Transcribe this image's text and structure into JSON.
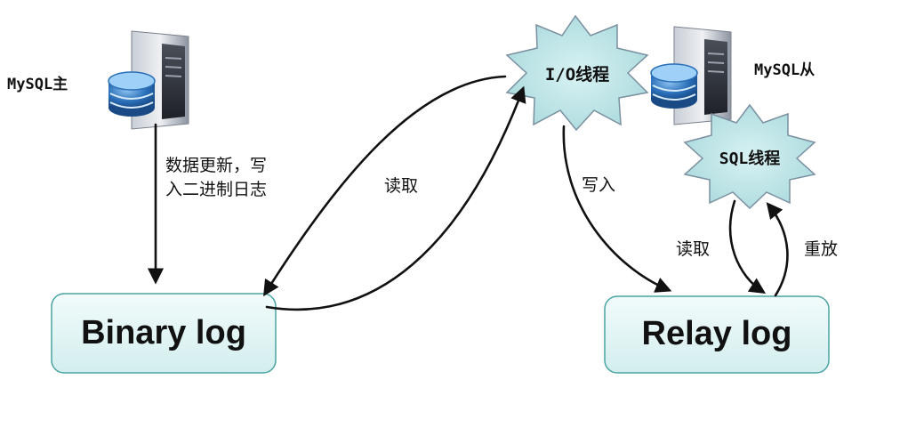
{
  "master": {
    "label": "MySQL主",
    "icon": "database-server-icon"
  },
  "slave": {
    "label": "MySQL从",
    "icon": "database-server-icon"
  },
  "io_thread": {
    "label": "I/O线程"
  },
  "sql_thread": {
    "label": "SQL线程"
  },
  "binary_log": {
    "label": "Binary log"
  },
  "relay_log": {
    "label": "Relay log"
  },
  "edges": {
    "master_to_binlog": {
      "line1": "数据更新，写",
      "line2": "入二进制日志"
    },
    "io_reads_binlog": {
      "label": "读取"
    },
    "io_writes_relay": {
      "label": "写入"
    },
    "sql_reads_relay": {
      "label": "读取"
    },
    "sql_replays": {
      "label": "重放"
    }
  },
  "colors": {
    "box_fill": "#e3f5f5",
    "box_stroke": "#4aa3a3",
    "star_fill": "#bfe6e8",
    "star_stroke": "#7a8fa0",
    "server_body": "#9aa1ad",
    "db_blue": "#2a6fb8"
  }
}
